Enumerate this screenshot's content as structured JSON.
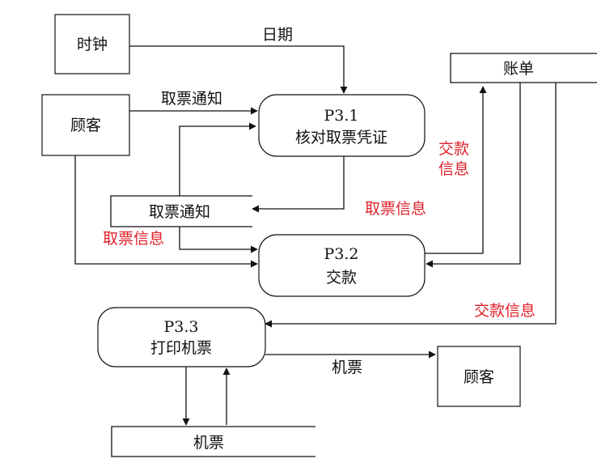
{
  "entities": {
    "clock": "时钟",
    "customer_left": "顾客",
    "customer_right": "顾客"
  },
  "processes": {
    "p31": {
      "id": "P3.1",
      "name": "核对取票凭证"
    },
    "p32": {
      "id": "P3.2",
      "name": "交款"
    },
    "p33": {
      "id": "P3.3",
      "name": "打印机票"
    }
  },
  "stores": {
    "bill": "账单",
    "notice": "取票通知",
    "ticket": "机票"
  },
  "flows": {
    "date": "日期",
    "pickup_notice": "取票通知",
    "pickup_info_a": "取票信息",
    "pickup_info_b": "取票信息",
    "payment_info_line1": "交款",
    "payment_info_line2": "信息",
    "payment_info": "交款信息",
    "ticket": "机票"
  },
  "colors": {
    "line": "#111111",
    "highlight_text": "#e0202a"
  }
}
